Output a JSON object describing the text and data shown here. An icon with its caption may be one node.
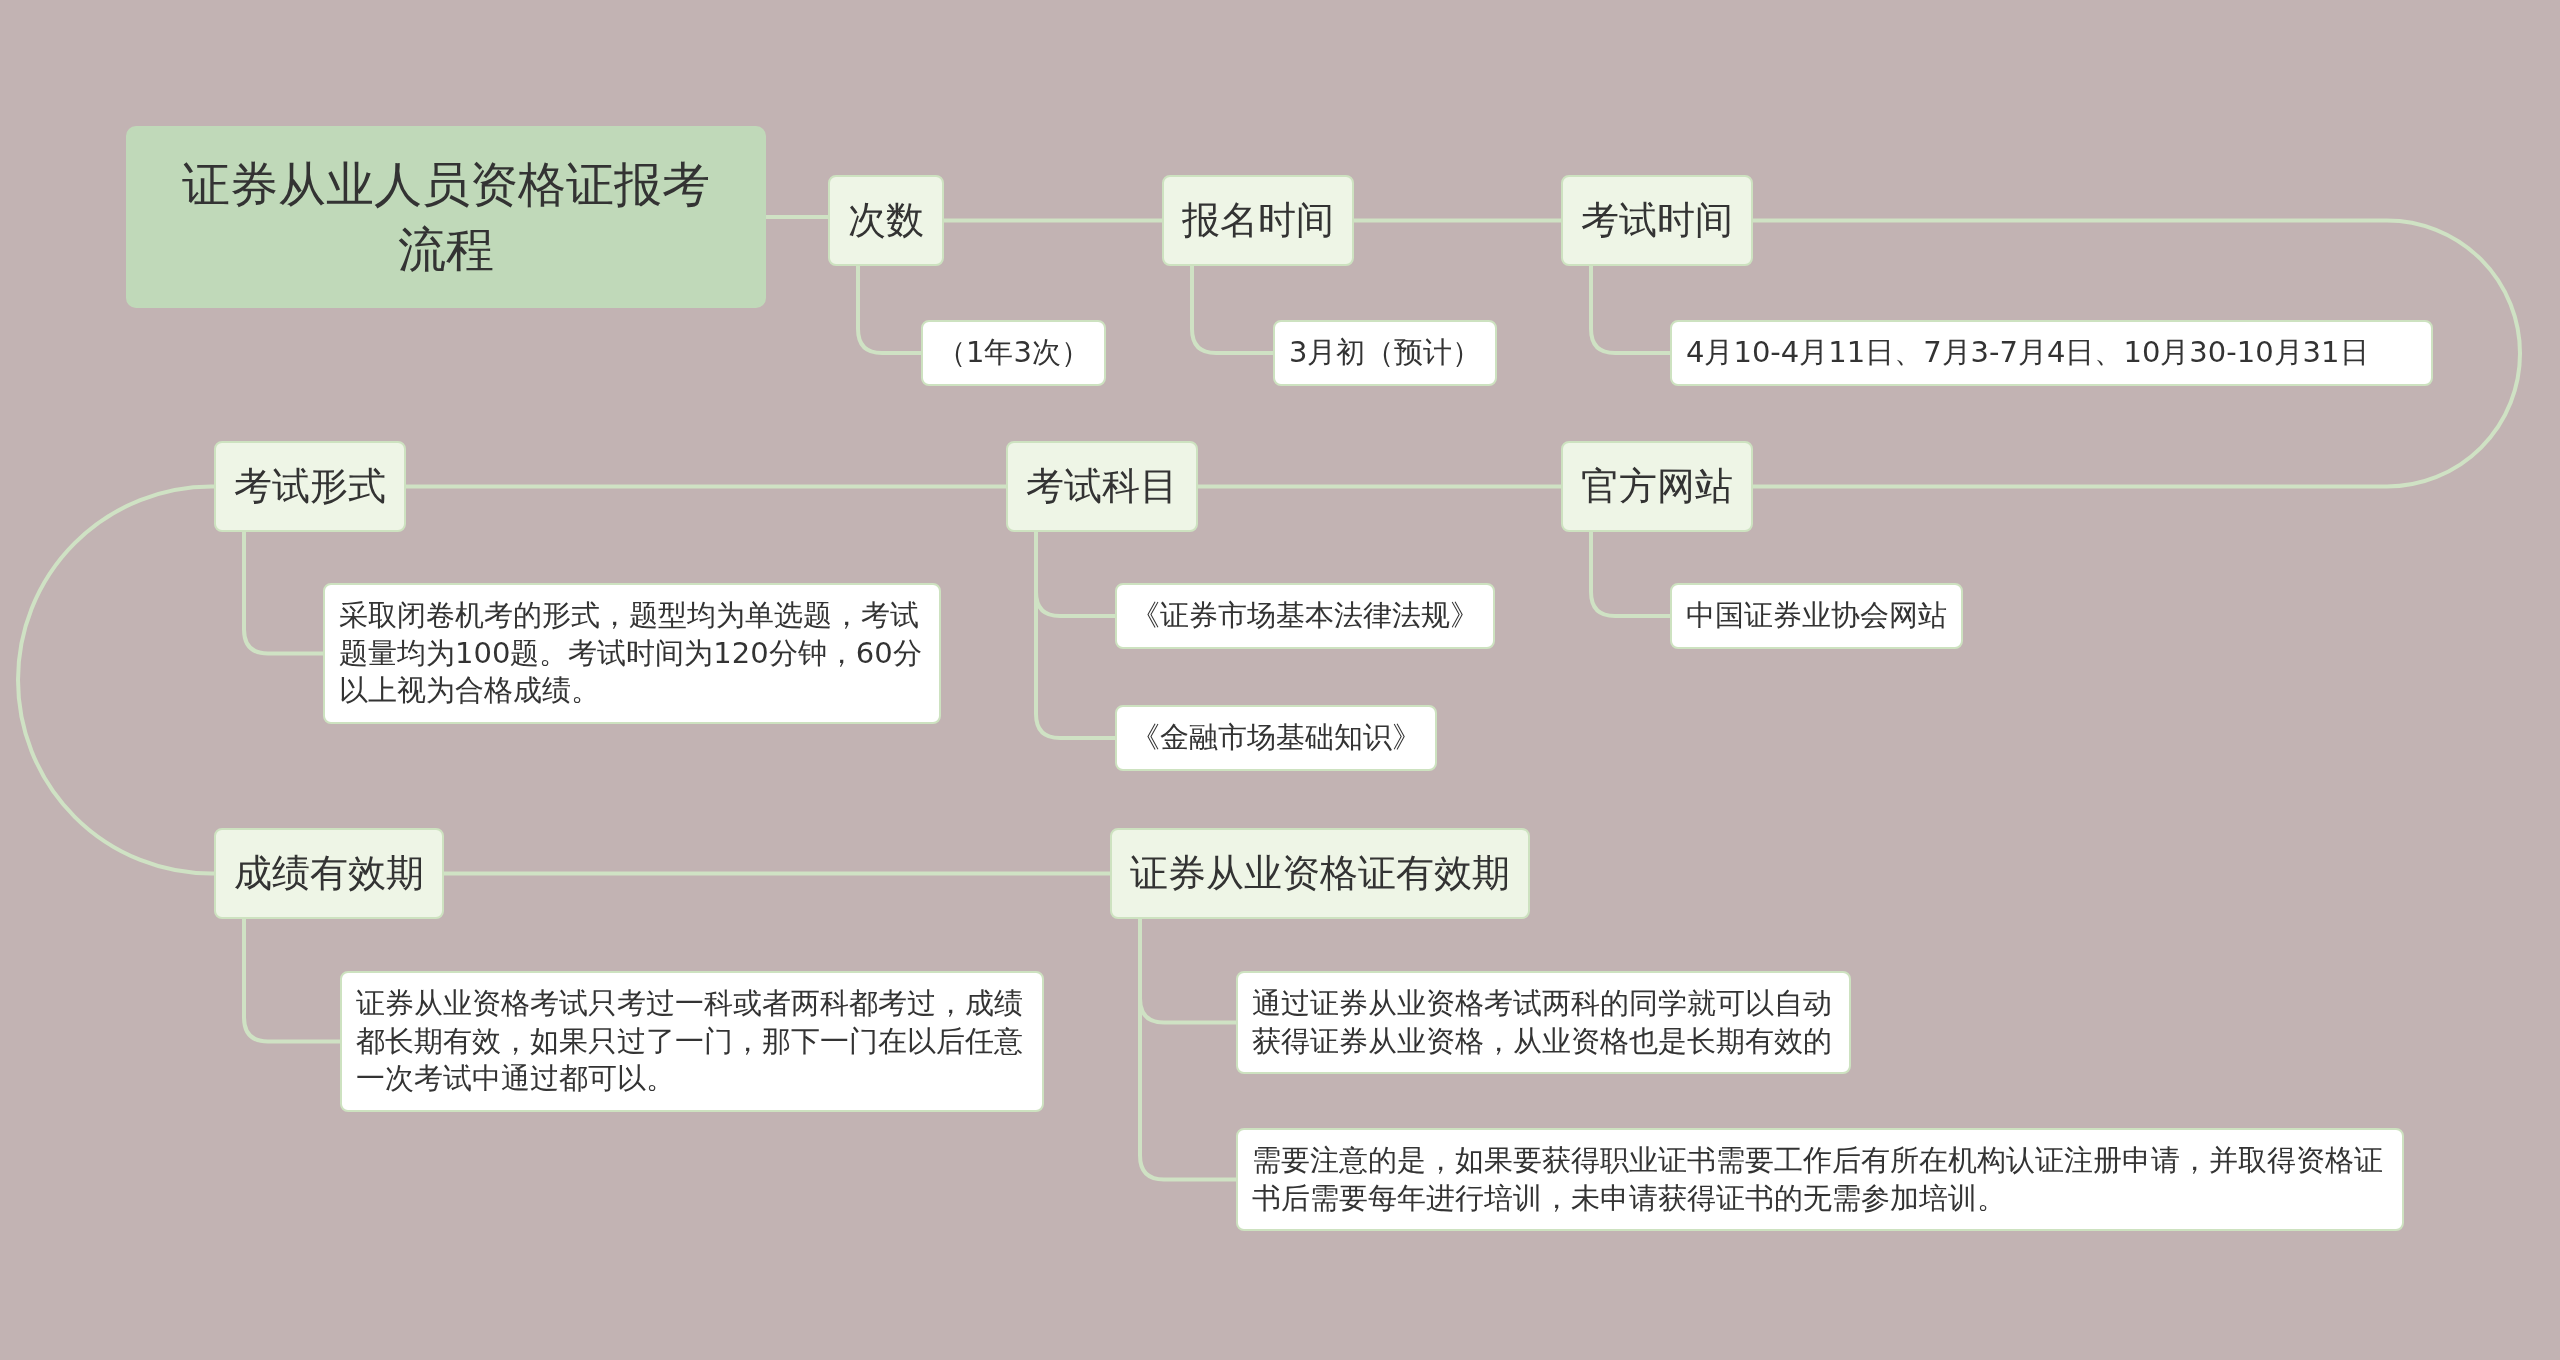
{
  "diagram": {
    "nodes": [
      {
        "text": [
          "证券从业人员资格证报考流程"
        ]
      },
      {
        "text": [
          "次数"
        ]
      },
      {
        "text": [
          "（1年3次）"
        ]
      },
      {
        "text": [
          "报名时间"
        ]
      },
      {
        "text": [
          "3月初（预计）"
        ]
      },
      {
        "text": [
          "考试时间"
        ]
      },
      {
        "text": [
          "4月10-4月11日、7月3-7月4日、10月30-10月31日"
        ]
      },
      {
        "text": [
          "考试形式"
        ]
      },
      {
        "text": [
          "采取闭卷机考的形式，题型均为单选题，考试题量均为100题。考试时间为120分钟，60分以上视为合格成绩。"
        ]
      },
      {
        "text": [
          "考试科目"
        ]
      },
      {
        "text": [
          "《证券市场基本法律法规》"
        ]
      },
      {
        "text": [
          "《金融市场基础知识》"
        ]
      },
      {
        "text": [
          "官方网站"
        ]
      },
      {
        "text": [
          "中国证券业协会网站"
        ]
      },
      {
        "text": [
          "成绩有效期"
        ]
      },
      {
        "text": [
          "证券从业资格证有效期"
        ]
      },
      {
        "text": [
          "证券从业资格考试只考过一科或者两科都考过，成绩都长期有效，如果只过了一门，那下一门在以后任意一次考试中通过都可以。"
        ]
      },
      {
        "text": [
          "通过证券从业资格考试两科的同学就可以自动获得证券从业资格，从业资格也是长期有效的"
        ]
      },
      {
        "text": [
          "需要注意的是，如果要获得职业证书需要工作后有所在机构认证注册申请，并取得资格证书后需要每年进行培训，未申请获得证书的无需参加培训。"
        ]
      }
    ],
    "edges": [
      {
        "from": 0,
        "to": 1,
        "arrow": "none"
      },
      {
        "from": 1,
        "to": 3,
        "arrow": "none"
      },
      {
        "from": 3,
        "to": 5,
        "arrow": "none"
      },
      {
        "from": 5,
        "to": 12,
        "arrow": "none"
      },
      {
        "from": 12,
        "to": 9,
        "arrow": "none"
      },
      {
        "from": 9,
        "to": 7,
        "arrow": "none"
      },
      {
        "from": 7,
        "to": 14,
        "arrow": "none"
      },
      {
        "from": 14,
        "to": 15,
        "arrow": "none"
      },
      {
        "from": 1,
        "to": 2,
        "arrow": "none"
      },
      {
        "from": 3,
        "to": 4,
        "arrow": "none"
      },
      {
        "from": 5,
        "to": 6,
        "arrow": "none"
      },
      {
        "from": 7,
        "to": 8,
        "arrow": "none"
      },
      {
        "from": 9,
        "to": 10,
        "arrow": "none"
      },
      {
        "from": 9,
        "to": 11,
        "arrow": "none"
      },
      {
        "from": 12,
        "to": 13,
        "arrow": "none"
      },
      {
        "from": 14,
        "to": 16,
        "arrow": "none"
      },
      {
        "from": 15,
        "to": 17,
        "arrow": "none"
      },
      {
        "from": 15,
        "to": 18,
        "arrow": "none"
      }
    ]
  }
}
